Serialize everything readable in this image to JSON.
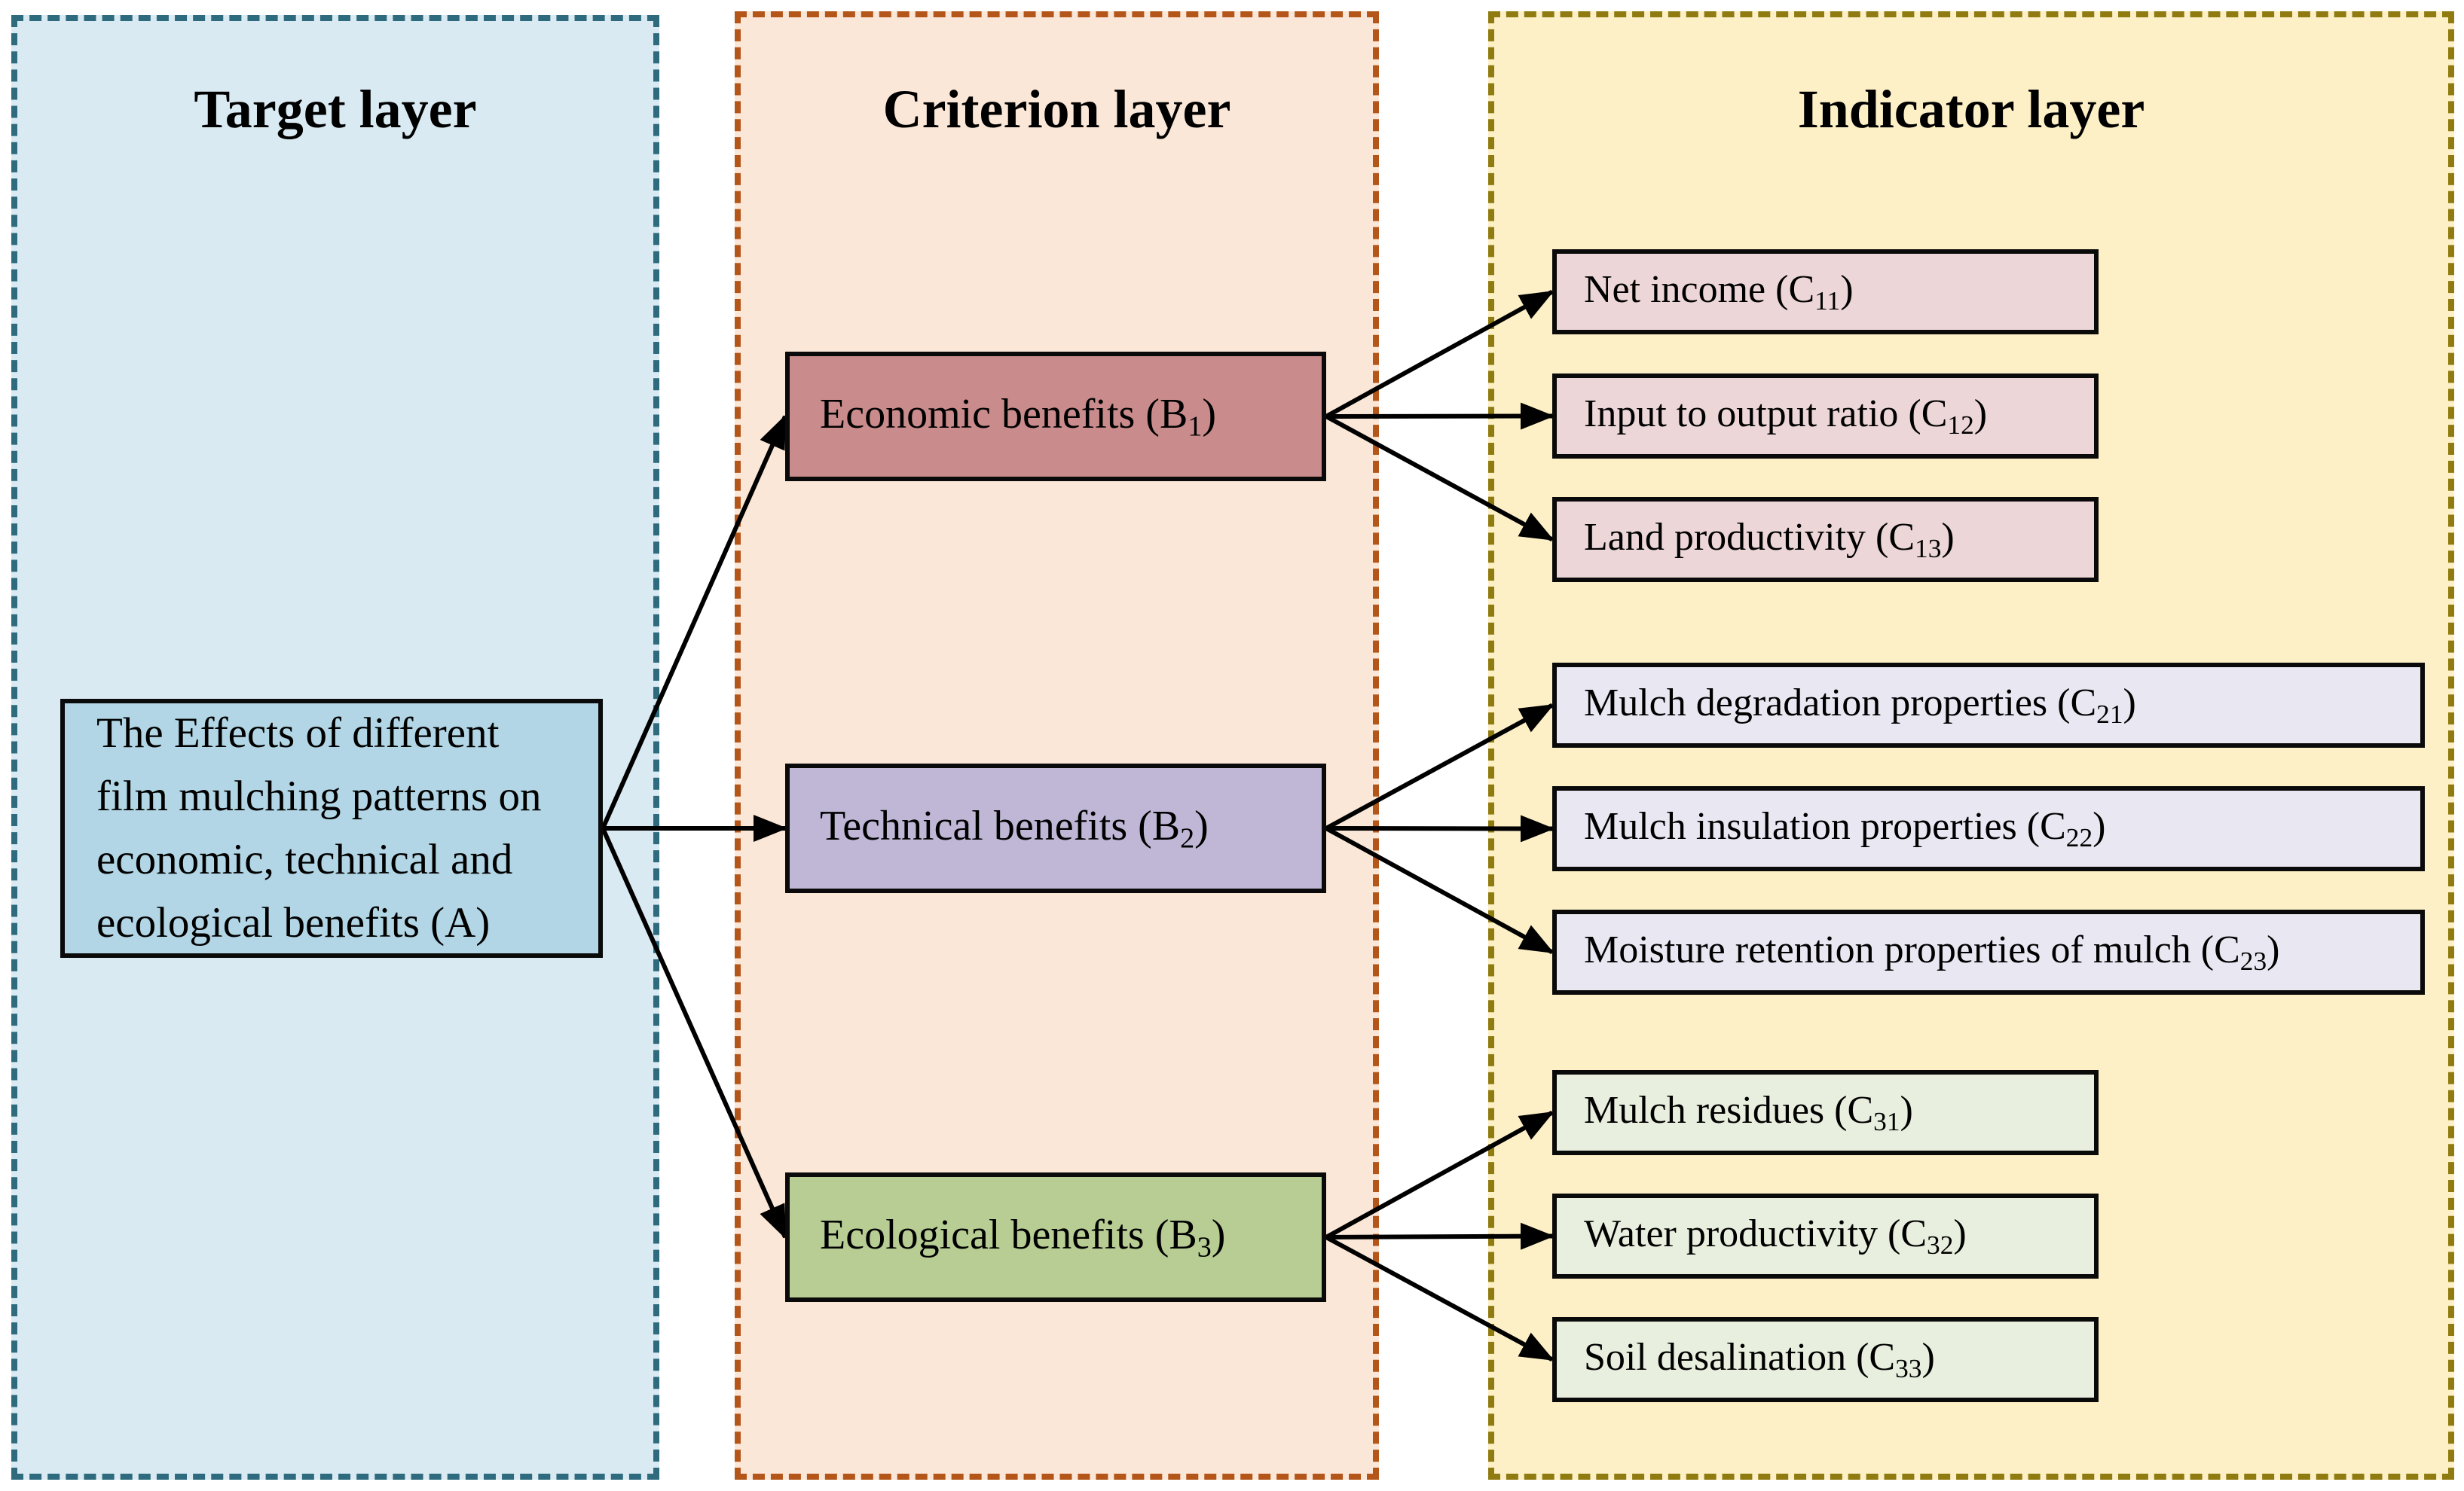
{
  "headers": {
    "target": "Target layer",
    "criterion": "Criterion layer",
    "indicator": "Indicator layer"
  },
  "target": {
    "lines": [
      "The Effects of different",
      "film mulching patterns on",
      "economic, technical and",
      "ecological benefits (A)"
    ]
  },
  "criteria": [
    {
      "id": "economic",
      "pre": "Economic benefits (B",
      "sub": "1",
      "post": ")"
    },
    {
      "id": "technical",
      "pre": "Technical benefits (B",
      "sub": "2",
      "post": ")"
    },
    {
      "id": "ecological",
      "pre": "Ecological benefits (B",
      "sub": "3",
      "post": ")"
    }
  ],
  "indicators": [
    {
      "id": "c11",
      "pre": "Net income (C",
      "sub": "11",
      "post": ")"
    },
    {
      "id": "c12",
      "pre": "Input to output ratio (C",
      "sub": "12",
      "post": ")"
    },
    {
      "id": "c13",
      "pre": "Land productivity (C",
      "sub": "13",
      "post": ")"
    },
    {
      "id": "c21",
      "pre": "Mulch degradation properties (C",
      "sub": "21",
      "post": ")"
    },
    {
      "id": "c22",
      "pre": "Mulch insulation properties (C",
      "sub": "22",
      "post": ")"
    },
    {
      "id": "c23",
      "pre": "Moisture retention properties of mulch (C",
      "sub": "23",
      "post": ")"
    },
    {
      "id": "c31",
      "pre": "Mulch residues (C",
      "sub": "31",
      "post": ")"
    },
    {
      "id": "c32",
      "pre": "Water productivity (C",
      "sub": "32",
      "post": ")"
    },
    {
      "id": "c33",
      "pre": "Soil desalination (C",
      "sub": "33",
      "post": ")"
    }
  ],
  "edges": [
    {
      "from": "target",
      "to": "economic"
    },
    {
      "from": "target",
      "to": "technical"
    },
    {
      "from": "target",
      "to": "ecological"
    },
    {
      "from": "economic",
      "to": "c11"
    },
    {
      "from": "economic",
      "to": "c12"
    },
    {
      "from": "economic",
      "to": "c13"
    },
    {
      "from": "technical",
      "to": "c21"
    },
    {
      "from": "technical",
      "to": "c22"
    },
    {
      "from": "technical",
      "to": "c23"
    },
    {
      "from": "ecological",
      "to": "c31"
    },
    {
      "from": "ecological",
      "to": "c32"
    },
    {
      "from": "ecological",
      "to": "c33"
    }
  ],
  "colors": {
    "panel_target_fill": "#daeaf2",
    "panel_target_border": "#2e6b7e",
    "panel_criterion_fill": "#fbe7d7",
    "panel_criterion_border": "#b4561a",
    "panel_indicator_fill": "#fdf0c6",
    "panel_indicator_border": "#8f7b10",
    "box_target_fill": "#b2d6e5",
    "box_economic_fill": "#c98b8b",
    "box_technical_fill": "#bfb7d5",
    "box_ecological_fill": "#b7cd93",
    "box_ind_economic_fill": "#ecd6d8",
    "box_ind_technical_fill": "#e9e7f2",
    "box_ind_ecological_fill": "#e8efde",
    "arrow": "#000000"
  }
}
